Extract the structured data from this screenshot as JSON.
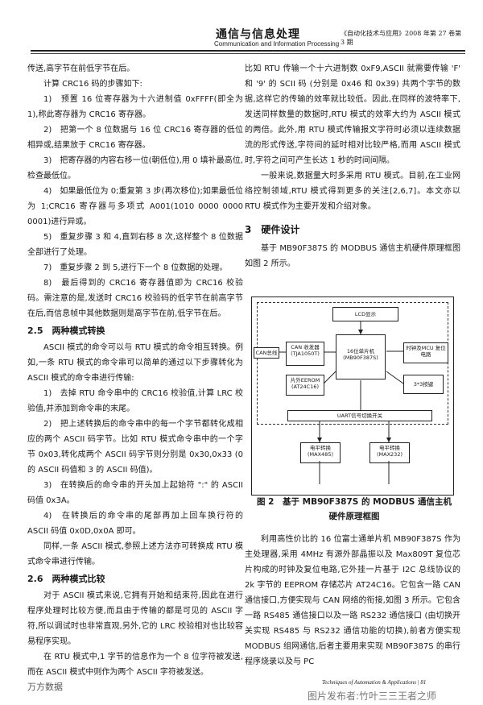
{
  "header": {
    "title": "通信与信息处理",
    "subtitle": "Communication and Information Processing",
    "journal": "《自动化技术与应用》2008 年第 27 卷第 3 期"
  },
  "left_column": [
    {
      "cls": "",
      "text": "传送,高字节在前低字节在后。"
    },
    {
      "cls": "ind",
      "text": "计算 CRC16 码的步骤如下:"
    },
    {
      "cls": "ind",
      "text": "1)　预置 16 位寄存器为十六进制值 0xFFFF(即全为 1),称此寄存器为 CRC16 寄存器。"
    },
    {
      "cls": "ind",
      "text": "2)　把第一个 8 位数据与 16 位 CRC16 寄存器的低位相异或,结果放于 CRC16 寄存器。"
    },
    {
      "cls": "ind",
      "text": "3)　把寄存器的内容右移一位(朝低位),用 0 填补最高位,检查最低位。"
    },
    {
      "cls": "ind",
      "text": "4)　如果最低位为 0;重复第 3 步(再次移位);如果最低位为 1;CRC16 寄存器与多项式 A001(1010 0000 0000 0001)进行异或。"
    },
    {
      "cls": "ind",
      "text": "5)　重复步骤 3 和 4,直到右移 8 次,这样整个 8 位数据全部进行了处理。"
    },
    {
      "cls": "ind",
      "text": "7)　重复步骤 2 到 5,进行下一个 8 位数据的处理。"
    },
    {
      "cls": "ind",
      "text": "8)　最后得到的 CRC16 寄存器值即为 CRC16 校验码。需注意的是,发送时 CRC16 校验码的低字节在前高字节在后,而信息帧中其他数据则是高字节在前,低字节在后。"
    },
    {
      "cls": "sec",
      "text": "2.5　两种模式转换"
    },
    {
      "cls": "ind",
      "text": "ASCII 模式的命令可以与 RTU 模式的命令相互转换。例如,一条 RTU 模式的命令串可以简单的通过以下步骤转化为 ASCII 模式的命令串进行传输:"
    },
    {
      "cls": "ind",
      "text": "1)　去掉 RTU 命令串中的 CRC16 校验值,计算 LRC 校验值,并添加到命令串的末尾。"
    },
    {
      "cls": "ind",
      "text": "2)　把上述转换后的命令串中的每一个字节都转化成相应的两个 ASCII 码字节。比如 RTU 模式命令串中的一个字节 0x03,转化成两个 ASCII 码字节则分别是 0x30,0x33 (0 的 ASCII 码值和 3 的 ASCII 码值)。"
    },
    {
      "cls": "ind",
      "text": "3)　在转换后的命令串的开头加上起始符 \":\" 的 ASCII 码值 0x3A。"
    },
    {
      "cls": "ind",
      "text": "4)　在转换后的命令串的尾部再加上回车换行符的 ASCII 码值 0x0D,0x0A 即可。"
    },
    {
      "cls": "ind",
      "text": "同样,一条 ASCII 模式,参照上述方法亦可转换成 RTU 模式命令串进行传输。"
    },
    {
      "cls": "sec",
      "text": "2.6　两种模式比较"
    },
    {
      "cls": "ind",
      "text": "对于 ASCII 模式来说,它拥有开始和结束符,因此在进行程序处理时比较方便,而且由于传输的都是可见的 ASCII 字符,所以调试时也非常直观,另外,它的 LRC 校验相对也比较容易程序实现。"
    },
    {
      "cls": "ind",
      "text": "在 RTU 模式中,1 字节的信息作为一个 8 位字符被发送,而在 ASCII 模式中则作为两个 ASCII 字符被发送。"
    }
  ],
  "right_column_top": [
    {
      "cls": "",
      "text": "比如 RTU 传输一个十六进制数 0xF9,ASCII 就需要传输 'F' 和 '9' 的 SCII 码 (分别是 0x46 和 0x39) 共两个字节的数据,这样它的传输的效率就比较低。因此,在同样的波特率下,发送同样数量的数据时,RTU 模式的效率大约为 ASCII 模式的两倍。此外,用 RTU 模式传输报文字符时必须以连续数据流的形式传送,字符间的延时相对比较严格,而用 ASCII 模式时,字符之间可产生长达 1 秒的时间间隔。"
    },
    {
      "cls": "ind",
      "text": "一般来说,数据量大时多采用 RTU 模式。目前,在工业网络控制领域,RTU 模式得到更多的关注[2,6,7]。本文亦以 RTU 模式作为主要开发和介绍对象。"
    },
    {
      "cls": "sec3",
      "text": "3　硬件设计"
    },
    {
      "cls": "ind",
      "text": "基于 MB90F387S 的 MODBUS 通信主机硬件原理框图如图 2 所示。"
    }
  ],
  "figure": {
    "lcd": "LCD显示",
    "can_bus": "CAN总线",
    "can_chip": "CAN 收发器 (TJA1050T)",
    "mcu": "16位单片机 (MB90F387S)",
    "clock": "时钟及MCU 复位电路",
    "eeprom": "片外EEROM (AT24C16)",
    "keys": "3*3按键",
    "uart_switch": "UART信号切换开关",
    "lvl_485": "电平转换 (MAX485)",
    "lvl_232": "电平转换 (MAX232)"
  },
  "caption": "图 2　基于 MB90F387S 的 MODBUS 通信主机硬件原理框图",
  "right_column_bottom": [
    {
      "cls": "ind",
      "text": "利用高性价比的 16 位富士通单片机 MB90F387S 作为主处理器,采用 4MHz 有源外部晶振以及 Max809T 复位芯片构成的时钟及复位电路,它外挂一片基于 I2C 总线协议的 2k 字节的 EEPROM 存储芯片 AT24C16。它包含一路 CAN 通信接口,方便实现与 CAN 网络的衔接,如图 3 所示。它包含一路 RS485 通信接口以及一路 RS232 通信接口 (由切换开关实现 RS485 与 RS232 通信功能的切换),前者方便实现 MODBUS 组网通信,后者主要用来实现 MB90F387S 的串行程序烧录以及与 PC"
    }
  ],
  "footer": {
    "left": "万方数据",
    "right": "Techniques of Automation & Applications | 81",
    "watermark": "图片发布者:竹叶三三王者之师"
  }
}
